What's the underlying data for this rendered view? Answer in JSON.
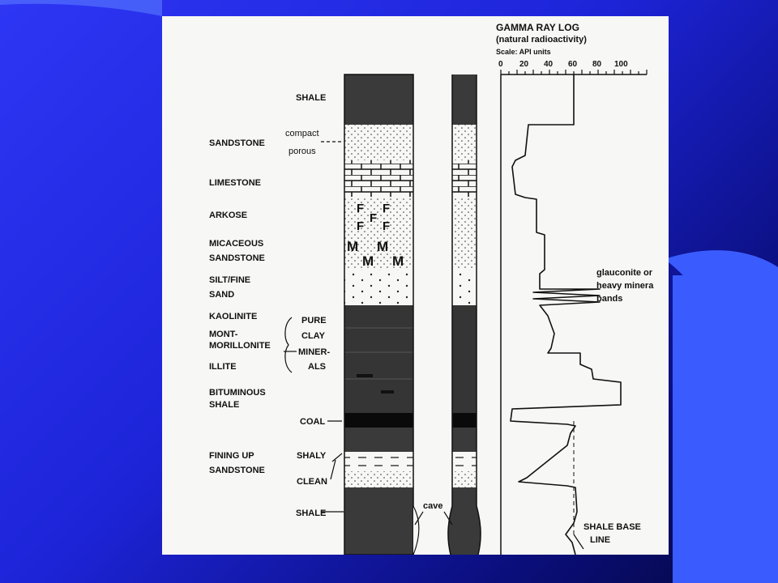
{
  "slide": {
    "background_colors": [
      "#2e36f5",
      "#0a0e7a"
    ],
    "accent_color": "#3a5cff"
  },
  "figure": {
    "title_line1": "GAMMA RAY LOG",
    "title_line2": "(natural radioactivity)",
    "scale_label": "Scale: API units",
    "scale_ticks": [
      "0",
      "20",
      "40",
      "60",
      "80",
      "100"
    ],
    "lithologies": {
      "shale_top": "SHALE",
      "sandstone": "SANDSTONE",
      "compact": "compact",
      "porous": "porous",
      "limestone": "LIMESTONE",
      "arkose": "ARKOSE",
      "micaceous_1": "MICACEOUS",
      "micaceous_2": "SANDSTONE",
      "silt_1": "SILT/FINE",
      "silt_2": "SAND",
      "kaolinite": "KAOLINITE",
      "mont_1": "MONT-",
      "mont_2": "MORILLONITE",
      "illite": "ILLITE",
      "pure_1": "PURE",
      "pure_2": "CLAY",
      "pure_3": "MINER-",
      "pure_4": "ALS",
      "bitum_1": "BITUMINOUS",
      "bitum_2": "SHALE",
      "coal": "COAL",
      "fining_1": "FINING UP",
      "fining_2": "SANDSTONE",
      "shaly": "SHALY",
      "clean": "CLEAN",
      "shale_bottom": "SHALE"
    },
    "annotations": {
      "cave": "cave",
      "glauconite_1": "glauconite or",
      "glauconite_2": "heavy minera",
      "glauconite_3": "bands",
      "shale_base_1": "SHALE BASE",
      "shale_base_2": "LINE"
    },
    "column_symbols": {
      "arkose_f": "F",
      "mica_m": "M"
    }
  }
}
